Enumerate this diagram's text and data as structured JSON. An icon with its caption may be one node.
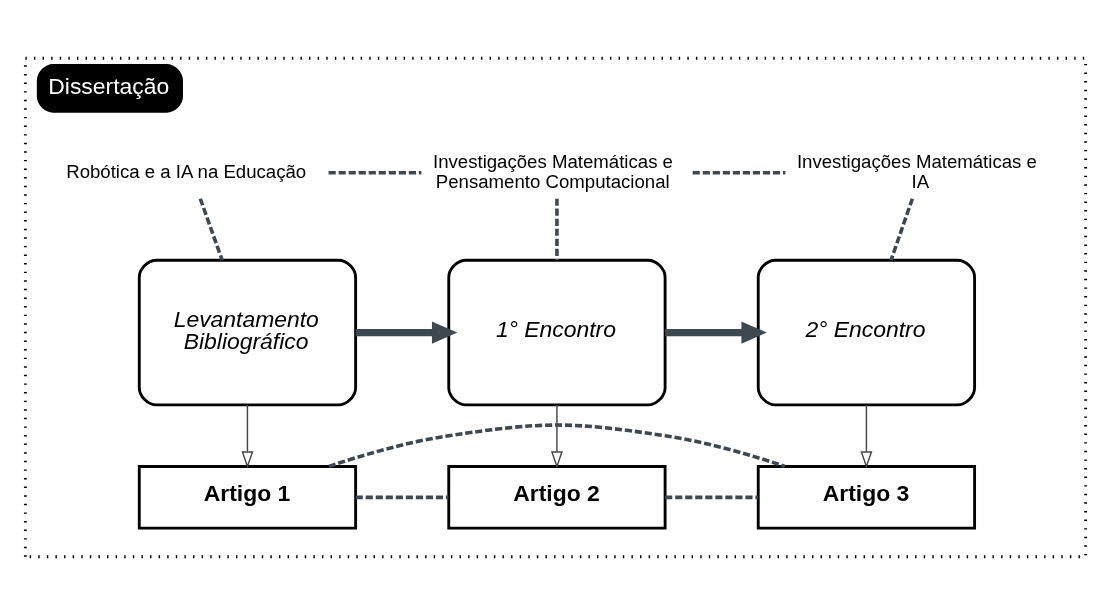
{
  "diagram": {
    "nodes": [
      {
        "text": [
          "Dissertação"
        ]
      },
      {
        "text": [
          "Robótica e a IA na Educação"
        ],
        "in": 0
      },
      {
        "text": [
          "Investigações Matemáticas e Pensamento Computacional"
        ],
        "in": 0
      },
      {
        "text": [
          "Investigações Matemáticas e IA"
        ],
        "in": 0
      },
      {
        "text": [
          "Levantamento Bibliográfico"
        ],
        "in": 0
      },
      {
        "text": [
          "1° Encontro"
        ],
        "in": 0
      },
      {
        "text": [
          "2° Encontro"
        ],
        "in": 0
      },
      {
        "text": [
          "Artigo 1"
        ],
        "in": 0
      },
      {
        "text": [
          "Artigo 2"
        ],
        "in": 0
      },
      {
        "text": [
          "Artigo 3"
        ],
        "in": 0
      }
    ],
    "edges": [
      {
        "from": 1,
        "to": 2,
        "arrow": "none",
        "style": "dashed"
      },
      {
        "from": 2,
        "to": 3,
        "arrow": "none",
        "style": "dashed"
      },
      {
        "from": 1,
        "to": 4,
        "arrow": "none",
        "style": "dashed"
      },
      {
        "from": 2,
        "to": 5,
        "arrow": "none",
        "style": "dashed"
      },
      {
        "from": 3,
        "to": 6,
        "arrow": "none",
        "style": "dashed"
      },
      {
        "from": 4,
        "to": 5,
        "arrow": "to",
        "style": "thick"
      },
      {
        "from": 5,
        "to": 6,
        "arrow": "to",
        "style": "thick"
      },
      {
        "from": 4,
        "to": 7,
        "arrow": "to"
      },
      {
        "from": 5,
        "to": 8,
        "arrow": "to"
      },
      {
        "from": 6,
        "to": 9,
        "arrow": "to"
      },
      {
        "from": 7,
        "to": 8,
        "arrow": "none",
        "style": "dashed"
      },
      {
        "from": 8,
        "to": 9,
        "arrow": "none",
        "style": "dashed"
      },
      {
        "from": 7,
        "to": 9,
        "arrow": "none",
        "style": "dashed"
      }
    ]
  }
}
